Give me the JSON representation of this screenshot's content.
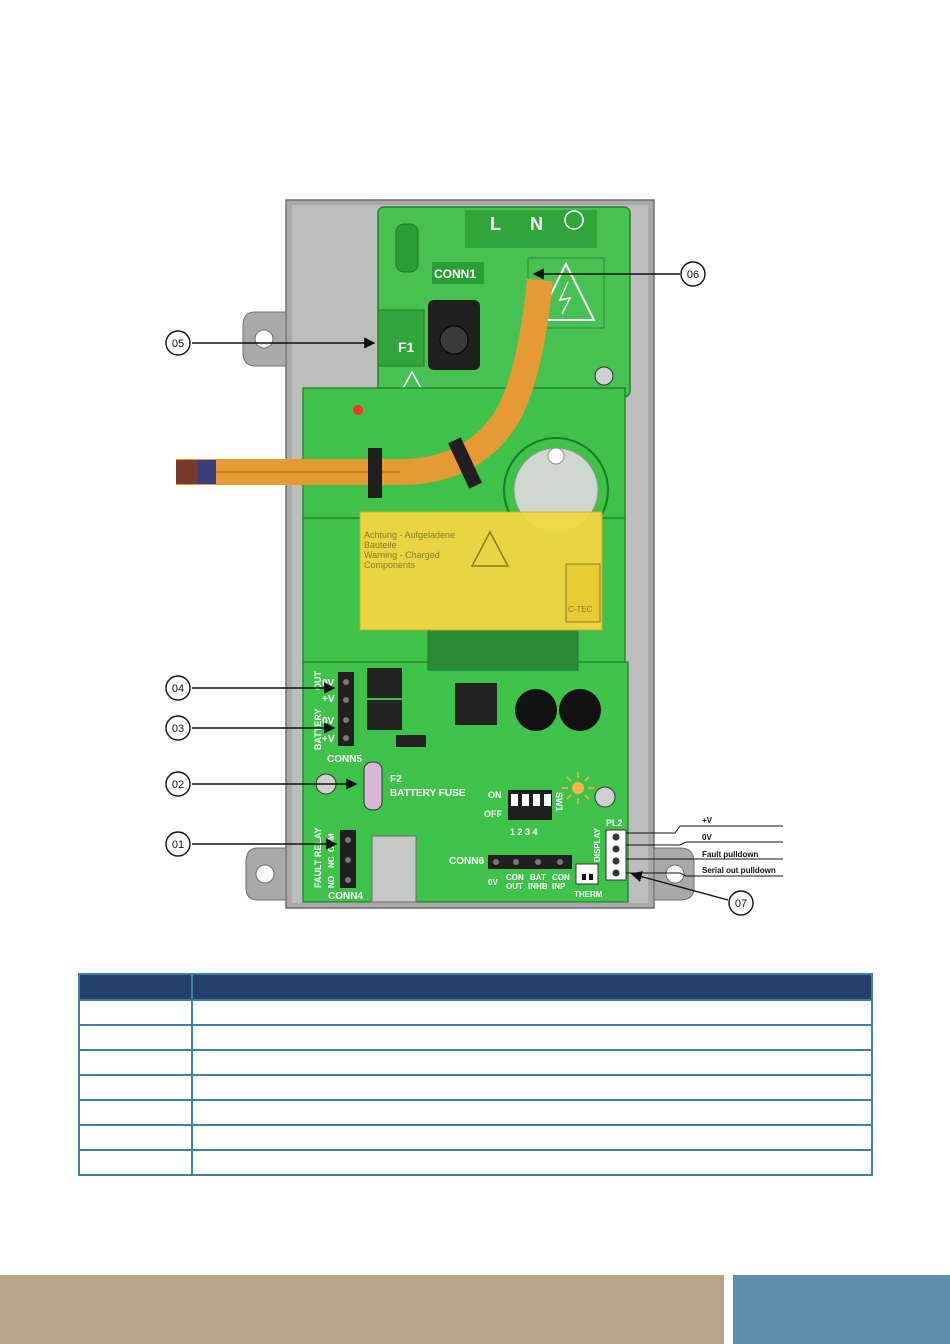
{
  "diagram": {
    "callouts": [
      "01",
      "02",
      "03",
      "04",
      "05",
      "06",
      "07"
    ],
    "mains_terminals": [
      "L",
      "N"
    ],
    "conn1_label": "CONN1",
    "f1_label": "F1",
    "conn5_label": "CONN5",
    "conn4_label": "CONN4",
    "conn6_label": "CONN6",
    "out_group_label": "OUT",
    "battery_group_label": "BATTERY",
    "fault_relay_label": "FAULT RELAY",
    "terminal_0v": "0V",
    "terminal_plus_v": "+V",
    "fuse_f2": "F2",
    "fuse_name": "BATTERY FUSE",
    "sw_on": "ON",
    "sw_off": "OFF",
    "sw_numbers": "1 2 3 4",
    "sw1_label": "SW1",
    "relay_no": "NO",
    "relay_nc": "NC",
    "relay_com": "COM",
    "conn6_pins": [
      {
        "line1": "0V",
        "line2": ""
      },
      {
        "line1": "CON",
        "line2": "OUT"
      },
      {
        "line1": "BAT",
        "line2": "INHB"
      },
      {
        "line1": "CON",
        "line2": "INP"
      }
    ],
    "therm_label": "THERM",
    "display_label": "DISPLAY",
    "pl2_label": "PL2",
    "pl2_wires": [
      "+V",
      "0V",
      "Fault pulldown",
      "Serial out pulldown"
    ],
    "warning_label_lines": [
      "Achtung - Aufgeladene",
      "Bauteile",
      "Warning - Charged",
      "Components"
    ],
    "brand_mark": "C-TEC"
  },
  "table": {
    "header": [
      "",
      ""
    ],
    "rows": [
      [
        "",
        ""
      ],
      [
        "",
        ""
      ],
      [
        "",
        ""
      ],
      [
        "",
        ""
      ],
      [
        "",
        ""
      ],
      [
        "",
        ""
      ],
      [
        "",
        ""
      ]
    ]
  },
  "colors": {
    "pcb_green": "#3ec24a",
    "enclosure_grey": "#a9a9a9",
    "cable_orange": "#e59a35",
    "warning_yellow": "#f3d742",
    "table_header": "#24406a",
    "table_border": "#3d7fa6",
    "footer_tan": "#b9a68a",
    "footer_blue": "#5f8fab"
  }
}
